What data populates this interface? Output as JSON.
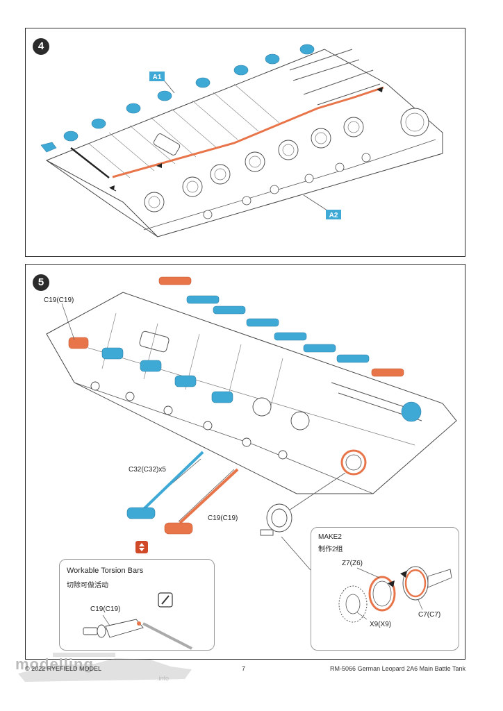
{
  "step4": {
    "number": "4",
    "label_a1": "A1",
    "label_a2": "A2"
  },
  "step5": {
    "number": "5",
    "label_c19_top": "C19(C19)",
    "label_c32": "C32(C32)x5",
    "label_c19_mid": "C19(C19)",
    "torsion_title": "Workable Torsion Bars",
    "torsion_subtitle": "切除可做活动",
    "torsion_part": "C19(C19)",
    "make_title": "MAKE2",
    "make_subtitle": "制作2组",
    "label_z7": "Z7(Z6)",
    "label_x9": "X9(X9)",
    "label_c7": "C7(C7)"
  },
  "footer": {
    "copyright": "© 2022 RYEFIELD MODEL",
    "page_number": "7",
    "product": "RM-5066 German Leopard 2A6 Main Battle Tank"
  },
  "watermark": {
    "text": "modelling",
    "sub": ".info"
  },
  "colors": {
    "blue_parts": "#3fa9d6",
    "orange_parts": "#e8754a",
    "label_bg": "#3fa9d6",
    "badge_bg": "#2b2b2b"
  }
}
